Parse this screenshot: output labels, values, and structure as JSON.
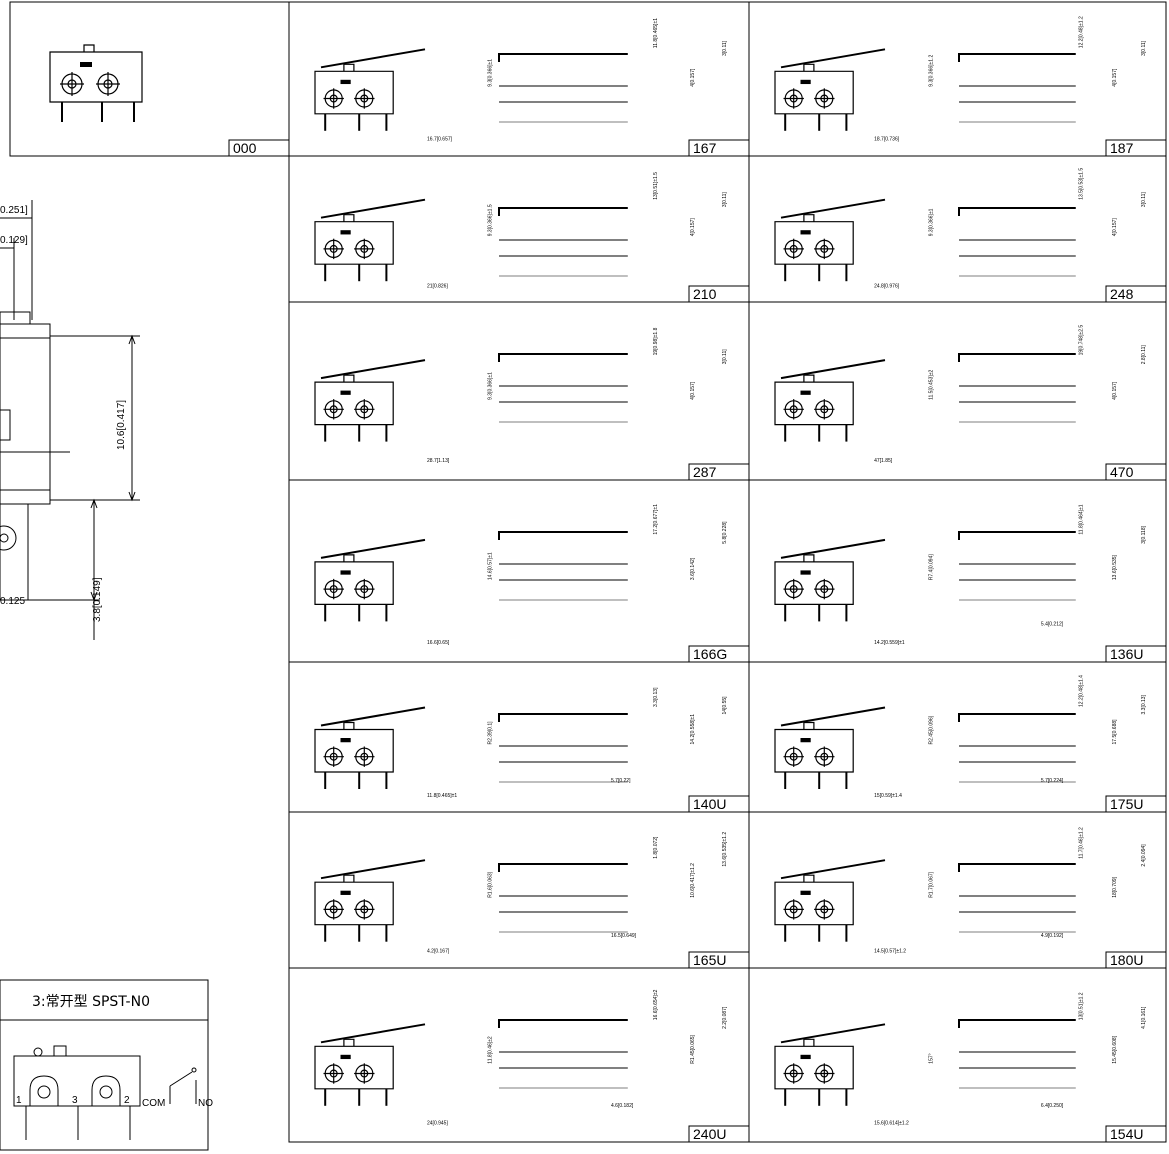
{
  "cells": [
    {
      "code": "000",
      "dims": []
    },
    {
      "code": "167",
      "dims": [
        "9.3[0.366]±1",
        "11.8[0.465]±1",
        "16.7[0.657]",
        "4[0.157]",
        "3[0.11]"
      ]
    },
    {
      "code": "187",
      "dims": [
        "9.3[0.366]±1.2",
        "12.2[0.48]±1.2",
        "18.7[0.736]",
        "4[0.157]",
        "3[0.11]"
      ]
    },
    {
      "code": "210",
      "dims": [
        "9.3[0.366]±1.5",
        "13[0.51]±1.5",
        "21[0.826]",
        "4[0.157]",
        "3[0.11]"
      ]
    },
    {
      "code": "248",
      "dims": [
        "9.3[0.366]±1",
        "13.5[0.53]±1.5",
        "24.8[0.976]",
        "4[0.157]",
        "3[0.11]"
      ]
    },
    {
      "code": "287",
      "dims": [
        "9.3[0.366]±1",
        "19[0.98]±1.8",
        "28.7[1.13]",
        "4[0.157]",
        "3[0.11]"
      ]
    },
    {
      "code": "470",
      "dims": [
        "11.5[0.453]±2",
        "19[0.748]±2.5",
        "47[1.85]",
        "4[0.157]",
        "2.8[0.11]"
      ]
    },
    {
      "code": "166G",
      "dims": [
        "14.6[0.57]±1",
        "17.2[0.677]±1",
        "16.6[0.65]",
        "3.6[0.142]",
        "5.8[0.228]"
      ]
    },
    {
      "code": "136U",
      "dims": [
        "R7.4[0.094]",
        "11.8[0.464]±1",
        "14.2[0.559]±1",
        "13.6[0.535]",
        "3[0.118]",
        "5.4[0.212]"
      ]
    },
    {
      "code": "140U",
      "dims": [
        "R2.39[0.1]",
        "3.3[0.13]",
        "11.8[0.465]±1",
        "14.2[0.558]±1",
        "14[0.55]",
        "5.7[0.22]"
      ]
    },
    {
      "code": "175U",
      "dims": [
        "R2.45[0.096]",
        "12.2[0.48]±1.4",
        "15[0.59]±1.4",
        "17.5[0.688]",
        "3.3[0.13]",
        "5.7[0.224]"
      ]
    },
    {
      "code": "165U",
      "dims": [
        "R1.6[0.063]",
        "1.8[0.072]",
        "4.2[0.167]",
        "10.6[0.417]±1.2",
        "13.6[0.535]±1.2",
        "16.5[0.649]"
      ]
    },
    {
      "code": "180U",
      "dims": [
        "R1.7[0.067]",
        "11.7[0.46]±1.2",
        "14.5[0.57]±1.2",
        "18[0.709]",
        "2.4[0.094]",
        "4.9[0.192]"
      ]
    },
    {
      "code": "240U",
      "dims": [
        "11.8[0.46]±2",
        "16.6[0.654]±2",
        "24[0.945]",
        "R1.45[0.065]",
        "2.2[0.087]",
        "4.6[0.182]"
      ]
    },
    {
      "code": "154U",
      "dims": [
        "157°",
        "13[0.51]±1.2",
        "15.6[0.614]±1.2",
        "15.45[0.608]",
        "4.1[0.161]",
        "6.4[0.250]"
      ]
    }
  ],
  "left_dims": [
    "0.251]",
    "0.129]",
    "10.6[0.417]",
    "3.8[0.149]",
    "0.125"
  ],
  "legend": {
    "title": "3:常开型 SPST-N0",
    "pins": [
      "1",
      "3",
      "2"
    ],
    "com": "COM",
    "no": "NO"
  }
}
